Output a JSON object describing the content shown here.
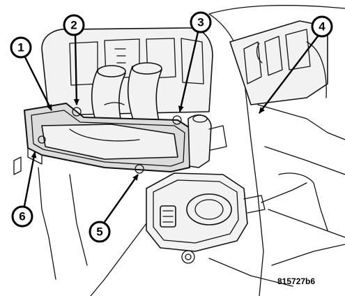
{
  "callouts": [
    {
      "id": "1",
      "label": "1"
    },
    {
      "id": "2",
      "label": "2"
    },
    {
      "id": "3",
      "label": "3"
    },
    {
      "id": "4",
      "label": "4"
    },
    {
      "id": "5",
      "label": "5"
    },
    {
      "id": "6",
      "label": "6"
    }
  ],
  "figure_ref": "815727b6"
}
